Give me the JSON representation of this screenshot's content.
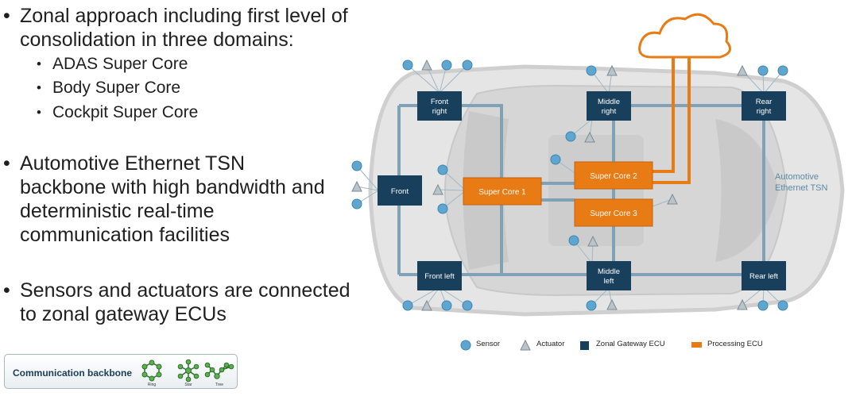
{
  "bullets": [
    {
      "text": "Zonal approach including first level of consolidation in three domains:"
    },
    {
      "text": "Automotive Ethernet TSN backbone with high bandwidth and deterministic real-time communication facilities"
    },
    {
      "text": "Sensors and actuators are connected to zonal gateway ECUs"
    }
  ],
  "sub_bullets": [
    "ADAS Super Core",
    "Body Super Core",
    "Cockpit Super Core"
  ],
  "bullet_glyph": "•",
  "zonal_ecus": {
    "front_right": [
      "Front",
      "right"
    ],
    "middle_right": [
      "Middle",
      "right"
    ],
    "rear_right": [
      "Rear",
      "right"
    ],
    "front": [
      "Front"
    ],
    "front_left": [
      "Front left"
    ],
    "middle_left": [
      "Middle",
      "left"
    ],
    "rear_left": [
      "Rear left"
    ]
  },
  "processing_ecus": {
    "super_core_1": "Super Core 1",
    "super_core_2": "Super Core 2",
    "super_core_3": "Super Core 3"
  },
  "backbone_label": [
    "Automotive",
    "Ethernet TSN"
  ],
  "legend": {
    "sensor": "Sensor",
    "actuator": "Actuator",
    "zonal_gateway": "Zonal Gateway ECU",
    "processing": "Processing ECU"
  },
  "badge": {
    "label": "Communication backbone",
    "topologies": [
      "Ring",
      "Star",
      "Tree"
    ]
  },
  "colors": {
    "zonal": "#183f5c",
    "processing": "#e87b14",
    "backbone": "#7fa2b6",
    "cloud_link": "#e87b14",
    "sensor": "#5ea6cf",
    "actuator": "#b9c4ca"
  }
}
